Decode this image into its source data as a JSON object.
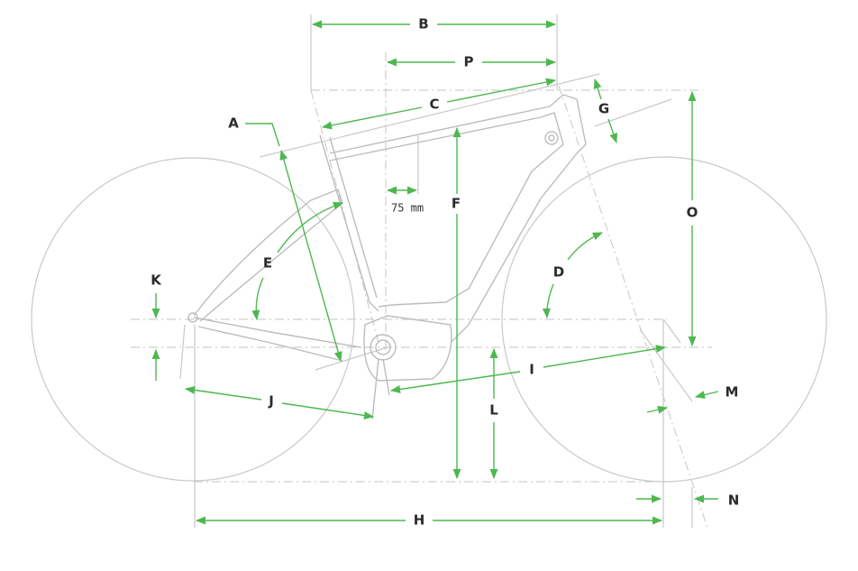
{
  "title": "Bike geometry diagram",
  "colors": {
    "accent": "#4db84f",
    "lines": "#c9c9c9",
    "text": "#2b2b2b"
  },
  "labels": {
    "A": "A",
    "B": "B",
    "C": "C",
    "D": "D",
    "E": "E",
    "F": "F",
    "G": "G",
    "H": "H",
    "I": "I",
    "J": "J",
    "K": "K",
    "L": "L",
    "M": "M",
    "N": "N",
    "O": "O",
    "P": "P"
  },
  "offset_note": "75 mm"
}
